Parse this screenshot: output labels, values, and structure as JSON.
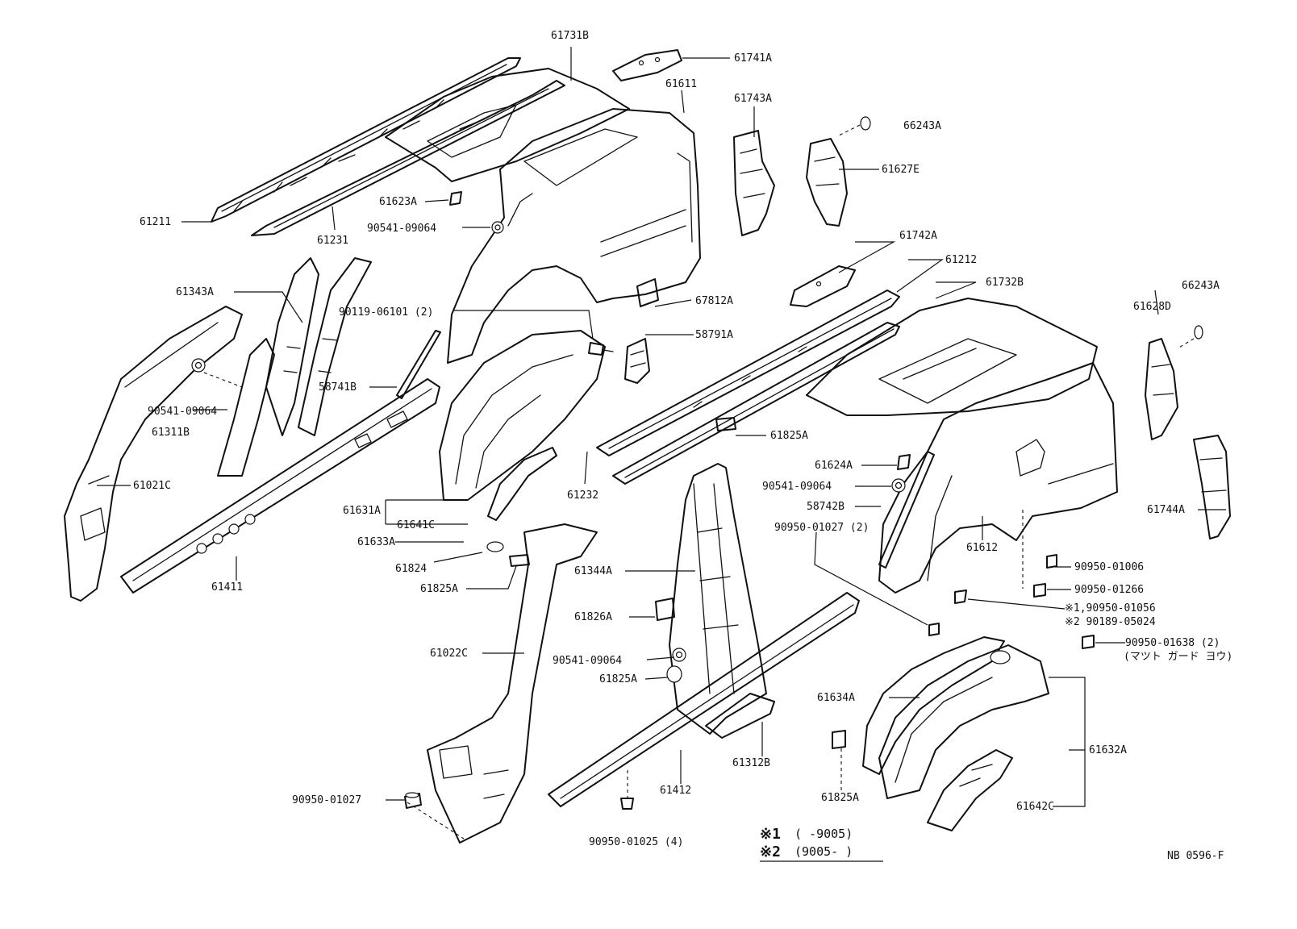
{
  "callouts": {
    "c61731B": "61731B",
    "c61741A": "61741A",
    "c61611": "61611",
    "c61743A": "61743A",
    "c66243A_1": "66243A",
    "c61627E": "61627E",
    "c61211": "61211",
    "c61231": "61231",
    "c61623A": "61623A",
    "c90541_1": "90541-09064",
    "c61343A": "61343A",
    "c90119": "90119-06101 (2)",
    "c67812A": "67812A",
    "c61742A": "61742A",
    "c61212": "61212",
    "c61732B": "61732B",
    "c66243A_2": "66243A",
    "c61628D": "61628D",
    "c58791A": "58791A",
    "c58741B": "58741B",
    "c90541_2": "90541-09064",
    "c61311B": "61311B",
    "c61021C": "61021C",
    "c61825A_1": "61825A",
    "c61624A": "61624A",
    "c90541_3": "90541-09064",
    "c58742B": "58742B",
    "c90950_01027_2": "90950-01027 (2)",
    "c61612": "61612",
    "c61744A": "61744A",
    "c61232": "61232",
    "c61631A": "61631A",
    "c61641C": "61641C",
    "c61633A": "61633A",
    "c61824": "61824",
    "c61825A_2": "61825A",
    "c61411": "61411",
    "c61344A": "61344A",
    "c90950_01006": "90950-01006",
    "c90950_01266": "90950-01266",
    "c90950_01056": "※1,90950-01056",
    "c90189_05024": "※2 90189-05024",
    "c90950_01638": "90950-01638 (2)",
    "c_mud_guard": "(マツト ガード ヨウ)",
    "c61826A": "61826A",
    "c61022C": "61022C",
    "c90541_4": "90541-09064",
    "c61825A_3": "61825A",
    "c61634A": "61634A",
    "c61632A": "61632A",
    "c61412": "61412",
    "c61312B": "61312B",
    "c61825A_4": "61825A",
    "c90950_01027": "90950-01027",
    "c90950_01025": "90950-01025 (4)",
    "c61642C": "61642C"
  },
  "notes": {
    "n1_mark": "※1",
    "n1_text": "(        -9005)",
    "n2_mark": "※2",
    "n2_text": "(9005-        )"
  },
  "diagram_code": "NB 0596-F"
}
